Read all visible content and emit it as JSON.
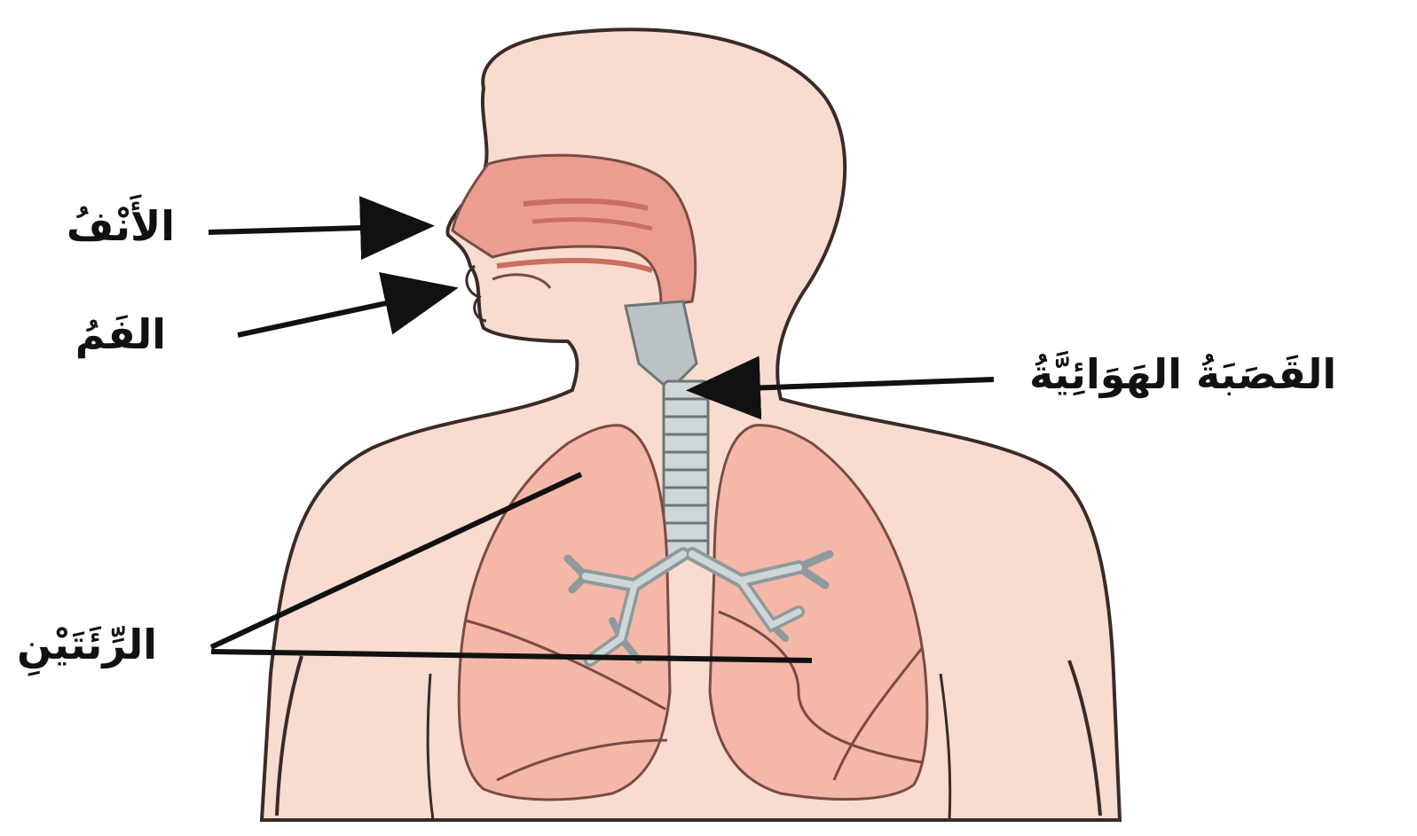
{
  "labels": {
    "nose": "الأَنْفُ",
    "mouth": "الفَمُ",
    "trachea": "القَصَبَةُ الهَوَائِيَّةُ",
    "lungs": "الرِّئَتَيْنِ"
  },
  "colors": {
    "skin": "#f9dcd0",
    "outline": "#3a2b28",
    "nasal": "#eb9d90",
    "lung": "#f4b7a8",
    "lung_outline": "#7a4b44",
    "trachea": "#b9c2c4",
    "arrow": "#111111"
  }
}
